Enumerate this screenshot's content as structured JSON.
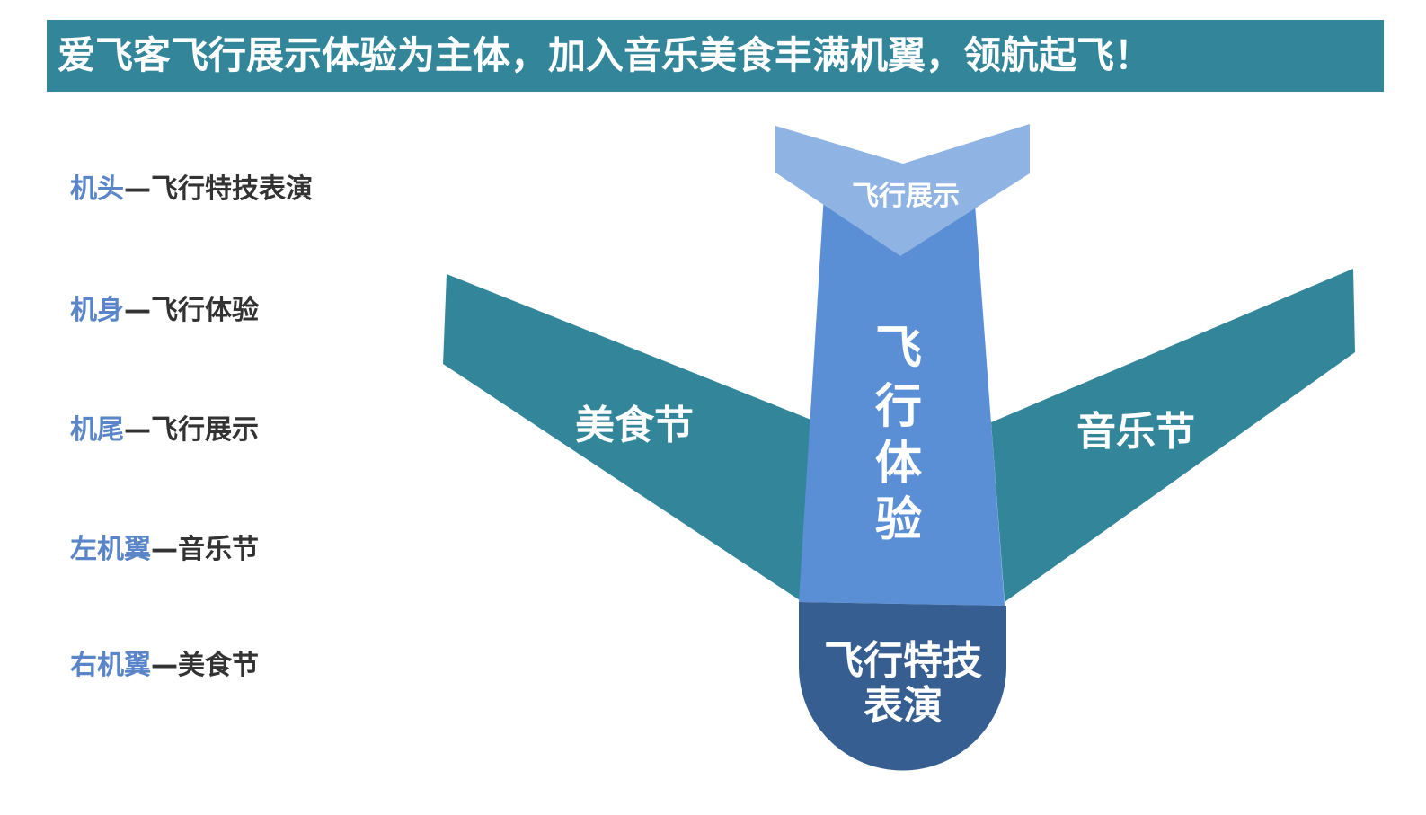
{
  "title": "爱飞客飞行展示体验为主体，加入音乐美食丰满机翼，领航起飞！",
  "legend": [
    {
      "key": "机头",
      "value": "—飞行特技表演"
    },
    {
      "key": "机身",
      "value": "—飞行体验"
    },
    {
      "key": "机尾",
      "value": "—飞行展示"
    },
    {
      "key": "左机翼",
      "value": "—音乐节"
    },
    {
      "key": "右机翼",
      "value": "—美食节"
    }
  ],
  "diagram": {
    "tail_label": "飞行展示",
    "body_label": [
      "飞",
      "行",
      "体",
      "验"
    ],
    "left_wing_label": "美食节",
    "right_wing_label": "音乐节",
    "nose_label": [
      "飞行特技",
      "表演"
    ]
  },
  "colors": {
    "title_bg": "#33869a",
    "wing": "#33869a",
    "body": "#5a8fd6",
    "tail": "#8fb3e3",
    "nose": "#365e91",
    "legend_key": "#5a85c8",
    "legend_value": "#333333"
  }
}
